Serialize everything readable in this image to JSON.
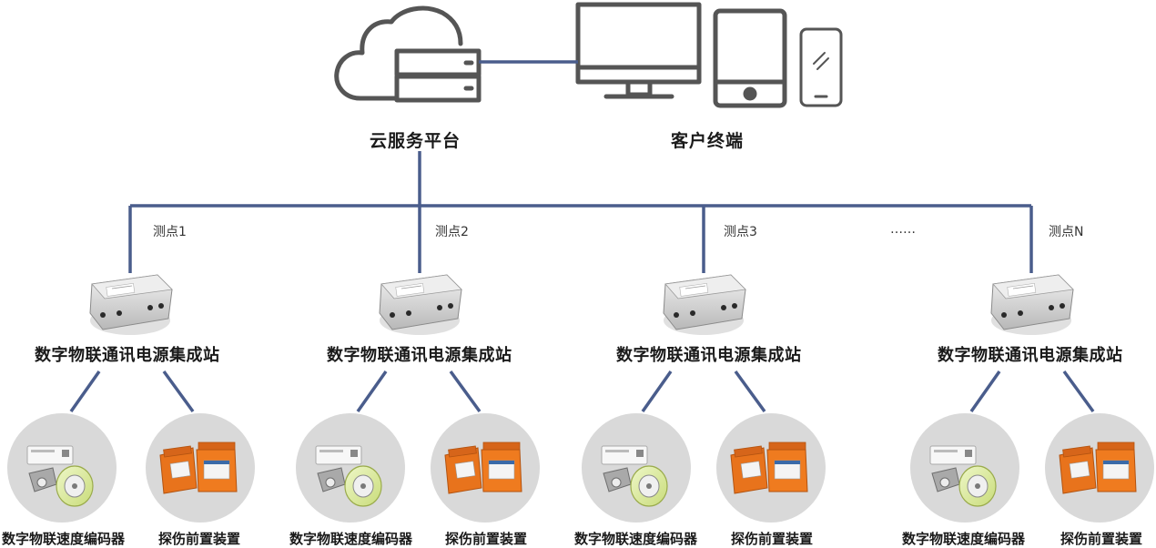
{
  "top": {
    "cloud_label": "云服务平台",
    "client_label": "客户终端"
  },
  "ellipsis": "……",
  "stations": [
    {
      "point": "测点1",
      "title": "数字物联通讯电源集成站",
      "encoder": "数字物联速度编码器",
      "detector": "探伤前置装置"
    },
    {
      "point": "测点2",
      "title": "数字物联通讯电源集成站",
      "encoder": "数字物联速度编码器",
      "detector": "探伤前置装置"
    },
    {
      "point": "测点3",
      "title": "数字物联通讯电源集成站",
      "encoder": "数字物联速度编码器",
      "detector": "探伤前置装置"
    },
    {
      "point": "测点N",
      "title": "数字物联通讯电源集成站",
      "encoder": "数字物联速度编码器",
      "detector": "探伤前置装置"
    }
  ],
  "colors": {
    "line": "#4a5d8c",
    "icon": "#555555",
    "circle": "#d9d9d9",
    "device_orange": "#e8731c"
  }
}
